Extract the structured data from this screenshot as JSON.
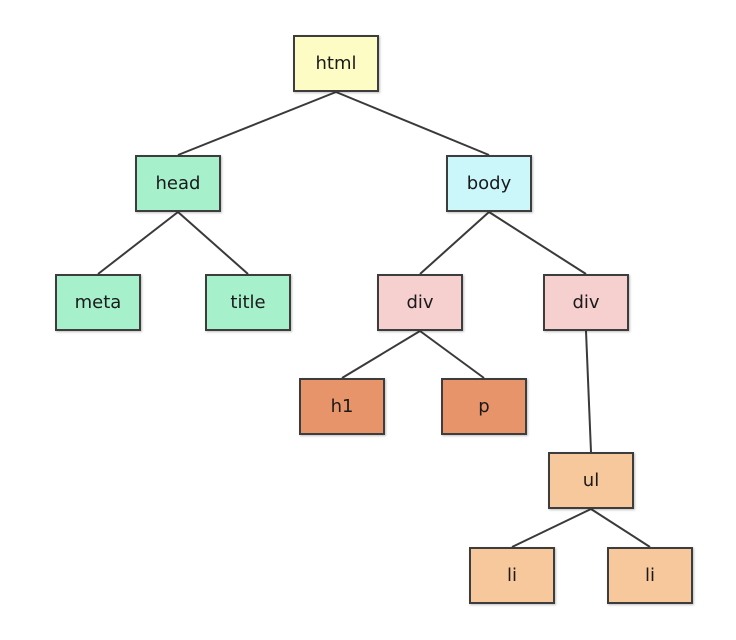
{
  "diagram": {
    "nodes": [
      {
        "id": "html",
        "label": "html",
        "color": "#fdfcc4"
      },
      {
        "id": "head",
        "label": "head",
        "color": "#a6f0cc"
      },
      {
        "id": "body",
        "label": "body",
        "color": "#cbf6fa"
      },
      {
        "id": "meta",
        "label": "meta",
        "color": "#a6f0cc"
      },
      {
        "id": "title",
        "label": "title",
        "color": "#a6f0cc"
      },
      {
        "id": "div1",
        "label": "div",
        "color": "#f6cfcf"
      },
      {
        "id": "div2",
        "label": "div",
        "color": "#f6cfcf"
      },
      {
        "id": "h1",
        "label": "h1",
        "color": "#e8946a"
      },
      {
        "id": "p",
        "label": "p",
        "color": "#e8946a"
      },
      {
        "id": "ul",
        "label": "ul",
        "color": "#f7c89c"
      },
      {
        "id": "li1",
        "label": "li",
        "color": "#f7c89c"
      },
      {
        "id": "li2",
        "label": "li",
        "color": "#f7c89c"
      }
    ],
    "edges": [
      [
        "html",
        "head"
      ],
      [
        "html",
        "body"
      ],
      [
        "head",
        "meta"
      ],
      [
        "head",
        "title"
      ],
      [
        "body",
        "div1"
      ],
      [
        "body",
        "div2"
      ],
      [
        "div1",
        "h1"
      ],
      [
        "div1",
        "p"
      ],
      [
        "div2",
        "ul"
      ],
      [
        "ul",
        "li1"
      ],
      [
        "ul",
        "li2"
      ]
    ]
  }
}
